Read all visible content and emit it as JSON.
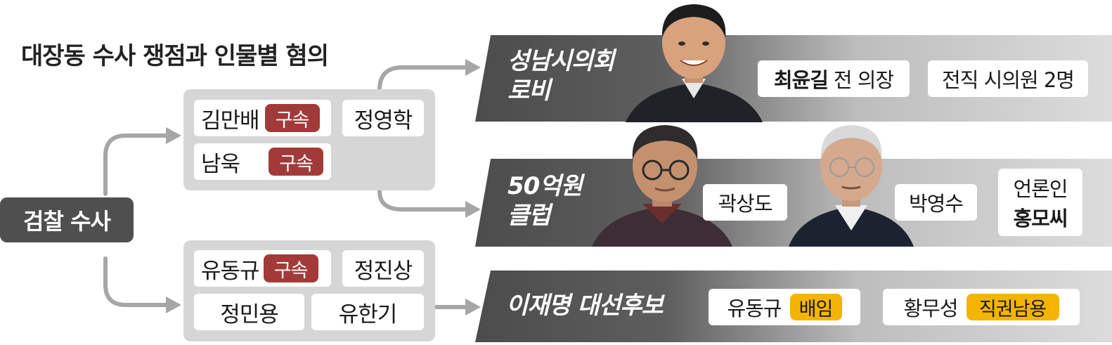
{
  "title": "대장동 수사 쟁점과 인물별 혐의",
  "root": "검찰 수사",
  "group_top": {
    "cells": [
      {
        "name": "김만배",
        "badge": "구속"
      },
      {
        "name": "정영학"
      },
      {
        "name": "남욱",
        "badge": "구속"
      }
    ]
  },
  "group_bottom": {
    "cells": [
      {
        "name": "유동규",
        "badge": "구속"
      },
      {
        "name": "정진상"
      },
      {
        "name": "정민용"
      },
      {
        "name": "유한기"
      }
    ]
  },
  "band1": {
    "label_line1": "성남시의회",
    "label_line2": "로비",
    "tag1_name": "최윤길",
    "tag1_suffix": "전 의장",
    "tag2": "전직 시의원 2명"
  },
  "band2": {
    "label_line1": "50억원",
    "label_line2": "클럽",
    "tag1": "곽상도",
    "tag2": "박영수",
    "tag3_line1": "언론인",
    "tag3_line2": "홍모씨"
  },
  "band3": {
    "label": "이재명 대선후보",
    "tag1_name": "유동규",
    "tag1_badge": "배임",
    "tag2_name": "황무성",
    "tag2_badge": "직권남용"
  },
  "colors": {
    "badge_red": "#a33a3a",
    "badge_yellow": "#f4b400",
    "root_bg": "#4f4f4f",
    "group_bg": "#d6d6d6",
    "connector": "#a6a6a6"
  },
  "icons": [
    "photo-choi-yungil",
    "photo-kwak-sangdo",
    "photo-park-youngsu"
  ]
}
